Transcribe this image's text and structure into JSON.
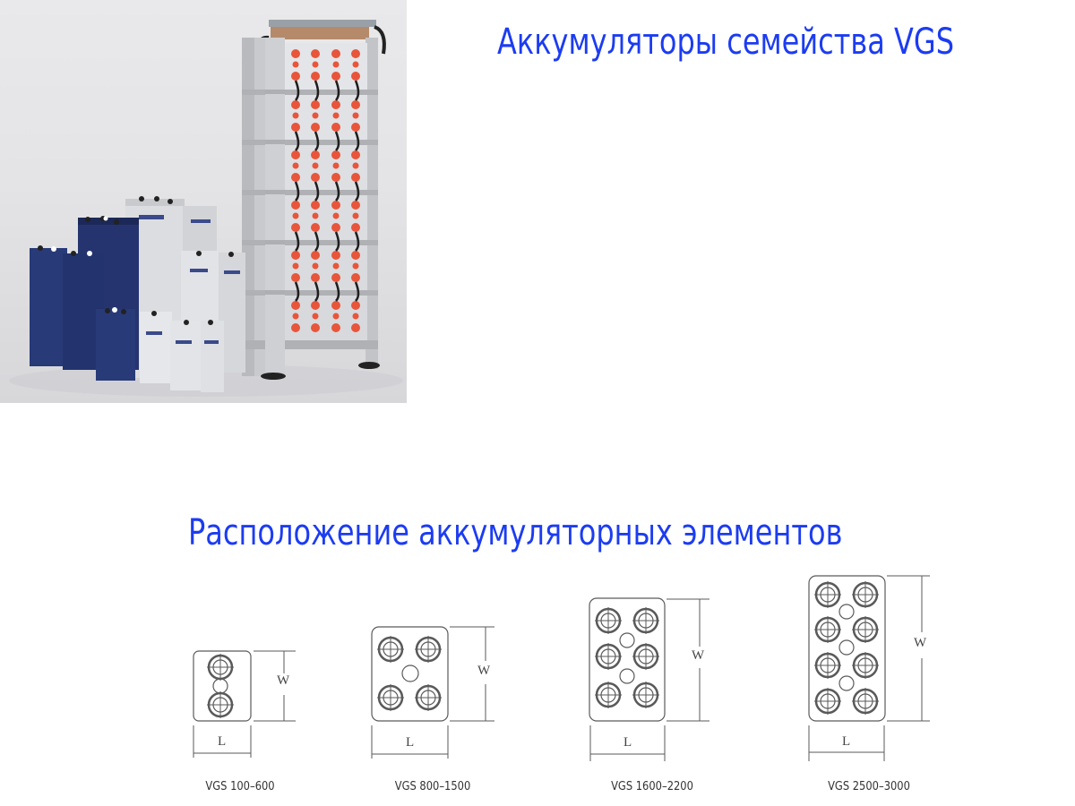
{
  "header": {
    "title": "Аккумуляторы семейства VGS"
  },
  "photo": {
    "alt": "VGS battery family and battery rack",
    "icon": "battery-product-photo"
  },
  "layout_section": {
    "title": "Расположение аккумуляторных элементов",
    "dimension_labels": {
      "length": "L",
      "width": "W"
    },
    "diagrams": [
      {
        "caption": "VGS 100–600",
        "terminals": 2,
        "vents": 1,
        "columns": 1
      },
      {
        "caption": "VGS 800–1500",
        "terminals": 4,
        "vents": 1,
        "columns": 2
      },
      {
        "caption": "VGS 1600–2200",
        "terminals": 6,
        "vents": 2,
        "columns": 2
      },
      {
        "caption": "VGS 2500–3000",
        "terminals": 8,
        "vents": 3,
        "columns": 2
      }
    ]
  },
  "colors": {
    "title_blue": "#1c3cf2",
    "diagram_line": "#555555",
    "battery_blue": "#23336e",
    "battery_grey": "#d9dadc",
    "terminal_red": "#e8553a"
  }
}
